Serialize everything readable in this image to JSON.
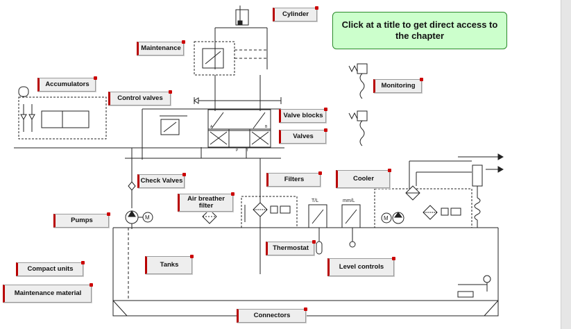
{
  "hint": {
    "text": "Click at a title to get direct access to the chapter"
  },
  "labels": {
    "cylinder": "Cylinder",
    "maintenance": "Maintenance",
    "accumulators": "Accumulators",
    "control_valves": "Control valves",
    "monitoring": "Monitoring",
    "valve_blocks": "Valve blocks",
    "valves": "Valves",
    "check_valves": "Check Valves",
    "filters": "Filters",
    "cooler": "Cooler",
    "air_breather_filter": "Air breather filter",
    "pumps": "Pumps",
    "thermostat": "Thermostat",
    "level_controls": "Level controls",
    "tanks": "Tanks",
    "compact_units": "Compact units",
    "maintenance_material": "Maintenance material",
    "connectors": "Connectors"
  },
  "schematic_text": {
    "temp_unit": "T/L",
    "level_unit": "mm/L",
    "motor_symbol": "M",
    "port_a": "A",
    "port_b": "B",
    "port_p": "P",
    "port_t": "T"
  },
  "colors": {
    "tag_accent": "#b80000",
    "hint_bg": "#ccffcc",
    "hint_border": "#2a8a2a"
  }
}
